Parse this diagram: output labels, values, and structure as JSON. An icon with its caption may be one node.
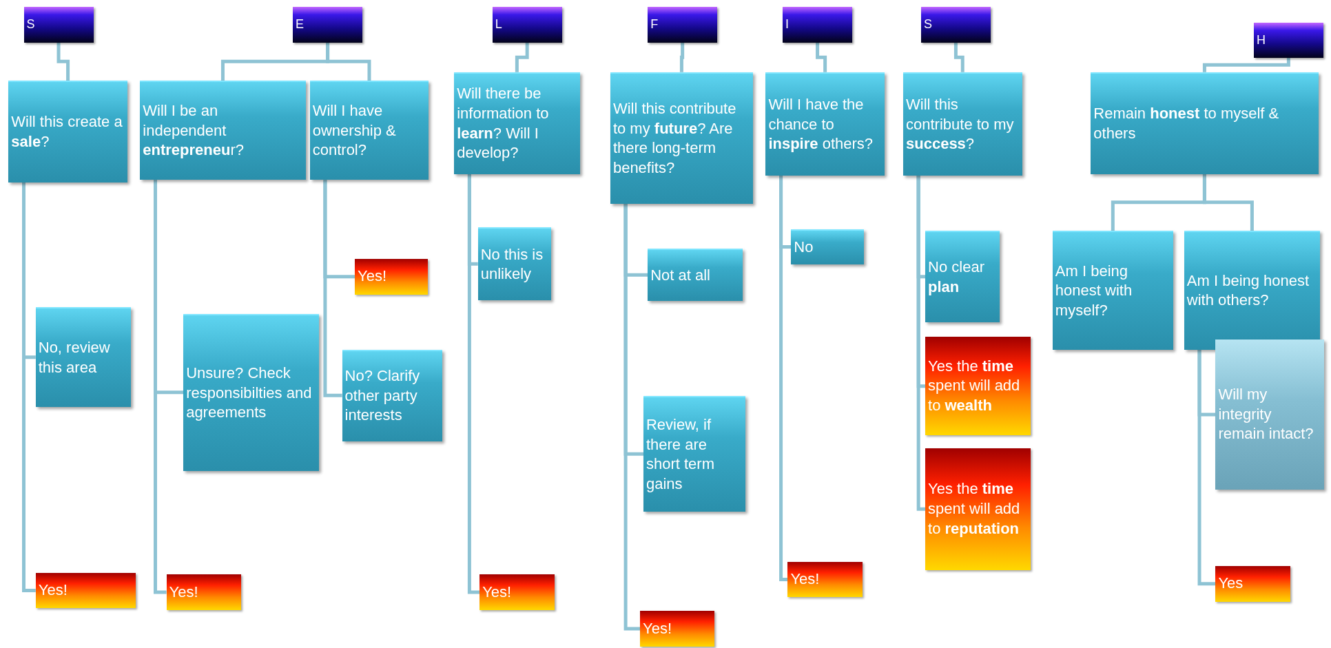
{
  "diagram": {
    "nodes": [
      {
        "text": [
          "S"
        ]
      },
      {
        "text": [
          "Will this create a **sale**?"
        ]
      },
      {
        "text": [
          "No, review this area"
        ]
      },
      {
        "text": [
          "Yes!"
        ]
      },
      {
        "text": [
          "E"
        ]
      },
      {
        "text": [
          "Will I be an independent **entrepreneu**r?"
        ]
      },
      {
        "text": [
          "Will I have ownership & control?"
        ]
      },
      {
        "text": [
          "Yes!"
        ]
      },
      {
        "text": [
          "Unsure? Check responsibilties and agreements"
        ]
      },
      {
        "text": [
          "No? Clarify other party interests"
        ]
      },
      {
        "text": [
          "Yes!"
        ]
      },
      {
        "text": [
          "L"
        ]
      },
      {
        "text": [
          "Will there be information to **learn**? Will I develop?"
        ]
      },
      {
        "text": [
          "No this is unlikely"
        ]
      },
      {
        "text": [
          "Yes!"
        ]
      },
      {
        "text": [
          "F"
        ]
      },
      {
        "text": [
          "Will this contribute to my **future**? Are there long-term benefits?"
        ]
      },
      {
        "text": [
          "Not at all"
        ]
      },
      {
        "text": [
          "Review, if there are short term gains"
        ]
      },
      {
        "text": [
          "Yes!"
        ]
      },
      {
        "text": [
          "I"
        ]
      },
      {
        "text": [
          "Will I have the chance to **inspire** others?"
        ]
      },
      {
        "text": [
          "No"
        ]
      },
      {
        "text": [
          "Yes!"
        ]
      },
      {
        "text": [
          "S"
        ]
      },
      {
        "text": [
          "Will this contribute to my **success**?"
        ]
      },
      {
        "text": [
          "No clear **plan**"
        ]
      },
      {
        "text": [
          "Yes the **time** spent will add to **wealth**"
        ]
      },
      {
        "text": [
          "Yes the **time** spent will add to **reputation**"
        ]
      },
      {
        "text": [
          "H"
        ]
      },
      {
        "text": [
          "Remain **honest** to myself & others"
        ]
      },
      {
        "text": [
          "Am I being honest with myself?"
        ]
      },
      {
        "text": [
          "Am I being honest with others?"
        ]
      },
      {
        "text": [
          "Will my integrity remain intact?"
        ]
      },
      {
        "text": [
          "Yes"
        ]
      }
    ],
    "edges": [
      {
        "from": 0,
        "to": 1,
        "arrow": "none"
      },
      {
        "from": 1,
        "to": 2,
        "arrow": "none"
      },
      {
        "from": 1,
        "to": 3,
        "arrow": "none"
      },
      {
        "from": 4,
        "to": 5,
        "arrow": "none"
      },
      {
        "from": 4,
        "to": 6,
        "arrow": "none"
      },
      {
        "from": 6,
        "to": 7,
        "arrow": "none"
      },
      {
        "from": 6,
        "to": 9,
        "arrow": "none"
      },
      {
        "from": 5,
        "to": 8,
        "arrow": "none"
      },
      {
        "from": 5,
        "to": 10,
        "arrow": "none"
      },
      {
        "from": 11,
        "to": 12,
        "arrow": "none"
      },
      {
        "from": 12,
        "to": 13,
        "arrow": "none"
      },
      {
        "from": 12,
        "to": 14,
        "arrow": "none"
      },
      {
        "from": 15,
        "to": 16,
        "arrow": "none"
      },
      {
        "from": 16,
        "to": 17,
        "arrow": "none"
      },
      {
        "from": 16,
        "to": 18,
        "arrow": "none"
      },
      {
        "from": 16,
        "to": 19,
        "arrow": "none"
      },
      {
        "from": 20,
        "to": 21,
        "arrow": "none"
      },
      {
        "from": 21,
        "to": 22,
        "arrow": "none"
      },
      {
        "from": 21,
        "to": 23,
        "arrow": "none"
      },
      {
        "from": 24,
        "to": 25,
        "arrow": "none"
      },
      {
        "from": 25,
        "to": 26,
        "arrow": "none"
      },
      {
        "from": 25,
        "to": 27,
        "arrow": "none"
      },
      {
        "from": 25,
        "to": 28,
        "arrow": "none"
      },
      {
        "from": 29,
        "to": 30,
        "arrow": "none"
      },
      {
        "from": 30,
        "to": 31,
        "arrow": "none"
      },
      {
        "from": 30,
        "to": 32,
        "arrow": "none"
      },
      {
        "from": 32,
        "to": 33,
        "arrow": "none"
      },
      {
        "from": 32,
        "to": 34,
        "arrow": "none"
      }
    ]
  }
}
